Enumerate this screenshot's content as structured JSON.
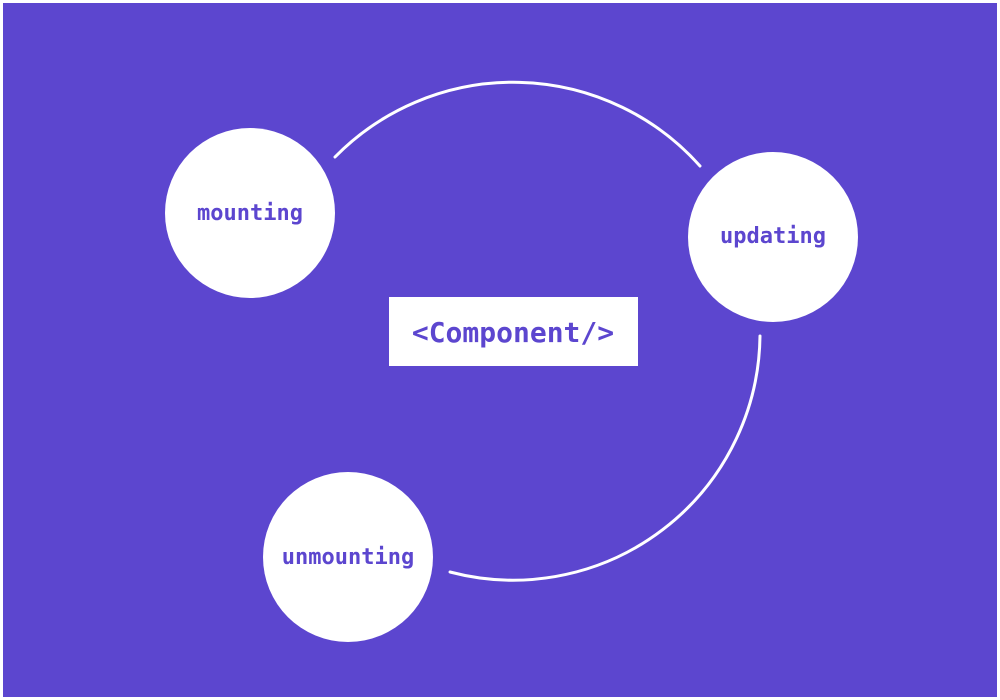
{
  "diagram": {
    "center_label": "<Component/>",
    "nodes": {
      "mounting": "mounting",
      "updating": "updating",
      "unmounting": "unmounting"
    }
  },
  "colors": {
    "background": "#5c46cf",
    "circle_fill": "#ffffff",
    "connector": "#ffffff",
    "label_text": "#5c46cf"
  }
}
